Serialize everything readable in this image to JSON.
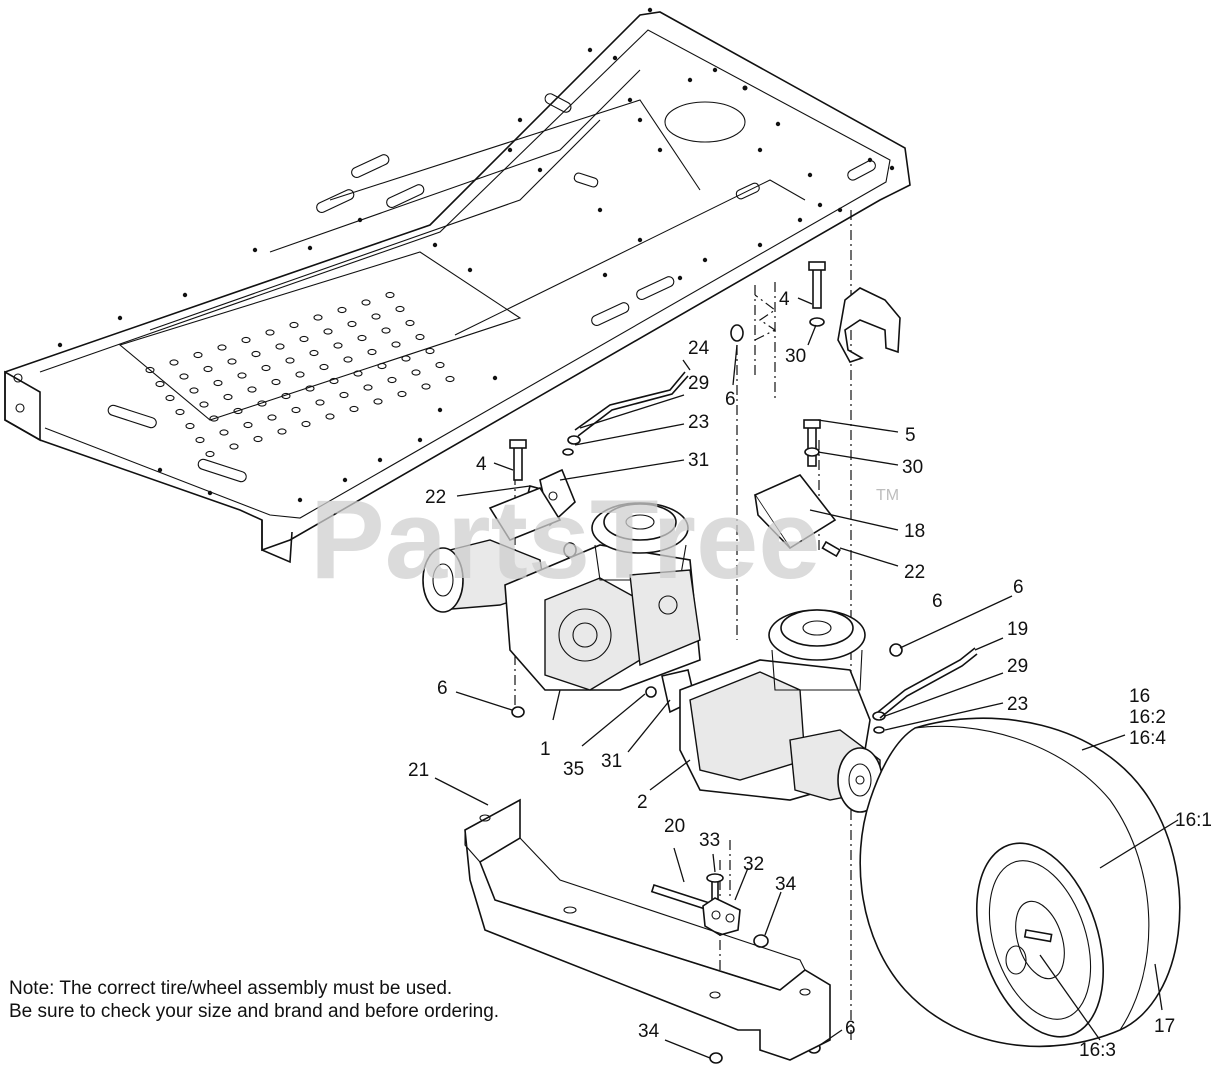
{
  "watermark": {
    "text": "PartsTree",
    "trademark": "TM"
  },
  "note": {
    "line1": "Note: The correct tire/wheel assembly must be used.",
    "line2": "Be sure to check your size and brand and before ordering."
  },
  "callouts": [
    {
      "id": "c1",
      "text": "4"
    },
    {
      "id": "c2",
      "text": "30"
    },
    {
      "id": "c3",
      "text": "6"
    },
    {
      "id": "c4",
      "text": "24"
    },
    {
      "id": "c5",
      "text": "29"
    },
    {
      "id": "c6",
      "text": "23"
    },
    {
      "id": "c7",
      "text": "31"
    },
    {
      "id": "c8",
      "text": "4"
    },
    {
      "id": "c9",
      "text": "22"
    },
    {
      "id": "c10",
      "text": "5"
    },
    {
      "id": "c11",
      "text": "30"
    },
    {
      "id": "c12",
      "text": "18"
    },
    {
      "id": "c13",
      "text": "22"
    },
    {
      "id": "c14",
      "text": "6"
    },
    {
      "id": "c15",
      "text": "6"
    },
    {
      "id": "c16",
      "text": "19"
    },
    {
      "id": "c17",
      "text": "29"
    },
    {
      "id": "c18",
      "text": "23"
    },
    {
      "id": "c19",
      "text": "16"
    },
    {
      "id": "c20",
      "text": "16:2"
    },
    {
      "id": "c21",
      "text": "16:4"
    },
    {
      "id": "c22",
      "text": "6"
    },
    {
      "id": "c23",
      "text": "1"
    },
    {
      "id": "c24",
      "text": "35"
    },
    {
      "id": "c25",
      "text": "31"
    },
    {
      "id": "c26",
      "text": "2"
    },
    {
      "id": "c27",
      "text": "21"
    },
    {
      "id": "c28",
      "text": "20"
    },
    {
      "id": "c29",
      "text": "33"
    },
    {
      "id": "c30",
      "text": "32"
    },
    {
      "id": "c31",
      "text": "34"
    },
    {
      "id": "c32",
      "text": "16:1"
    },
    {
      "id": "c33",
      "text": "34"
    },
    {
      "id": "c34",
      "text": "6"
    },
    {
      "id": "c35",
      "text": "16:3"
    },
    {
      "id": "c36",
      "text": "17"
    }
  ]
}
